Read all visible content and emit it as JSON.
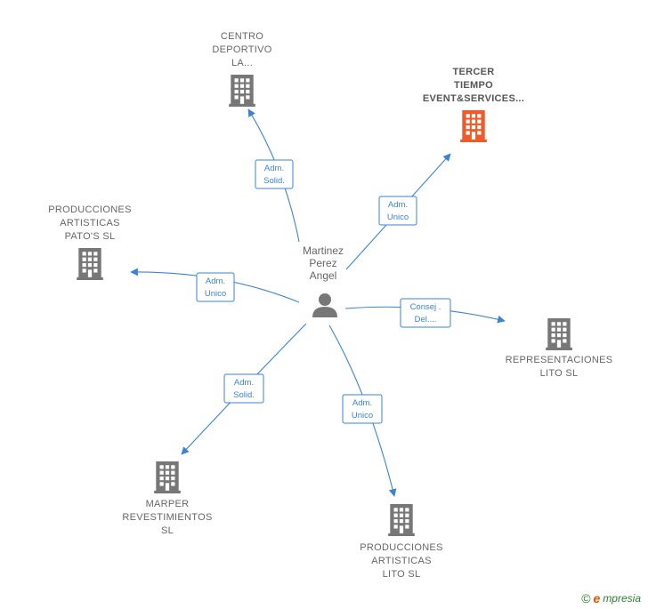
{
  "colors": {
    "edge": "#3b84d4",
    "building": "#777777",
    "building_highlight": "#f05a28",
    "person": "#777777",
    "label": "#666666"
  },
  "center": {
    "icon": "person-icon",
    "label_lines": [
      "Martinez",
      "Perez",
      "Angel"
    ]
  },
  "nodes": [
    {
      "id": "centro",
      "icon": "building-icon",
      "highlight": false,
      "label_lines": [
        "CENTRO",
        "DEPORTIVO",
        "LA..."
      ]
    },
    {
      "id": "tercer",
      "icon": "building-icon",
      "highlight": true,
      "label_lines": [
        "TERCER",
        "TIEMPO",
        "EVENT&SERVICES..."
      ]
    },
    {
      "id": "patos",
      "icon": "building-icon",
      "highlight": false,
      "label_lines": [
        "PRODUCCIONES",
        "ARTISTICAS",
        "PATO'S SL"
      ]
    },
    {
      "id": "representaciones",
      "icon": "building-icon",
      "highlight": false,
      "label_lines": [
        "REPRESENTACIONES",
        "LITO SL"
      ]
    },
    {
      "id": "marper",
      "icon": "building-icon",
      "highlight": false,
      "label_lines": [
        "MARPER",
        "REVESTIMIENTOS",
        "SL"
      ]
    },
    {
      "id": "lito",
      "icon": "building-icon",
      "highlight": false,
      "label_lines": [
        "PRODUCCIONES",
        "ARTISTICAS",
        "LITO SL"
      ]
    }
  ],
  "edges": [
    {
      "target": "centro",
      "label_lines": [
        "Adm.",
        "Solid."
      ]
    },
    {
      "target": "tercer",
      "label_lines": [
        "Adm.",
        "Unico"
      ]
    },
    {
      "target": "patos",
      "label_lines": [
        "Adm.",
        "Unico"
      ]
    },
    {
      "target": "representaciones",
      "label_lines": [
        "Consej .",
        "Del...."
      ]
    },
    {
      "target": "marper",
      "label_lines": [
        "Adm.",
        "Solid."
      ]
    },
    {
      "target": "lito",
      "label_lines": [
        "Adm.",
        "Unico"
      ]
    }
  ],
  "footer": {
    "copyright_symbol": "©",
    "brand_initial": "e",
    "brand_rest": "mpresia"
  }
}
